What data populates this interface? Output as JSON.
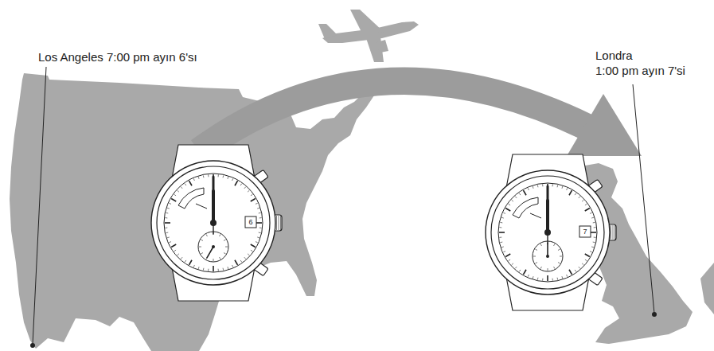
{
  "diagram": {
    "labels": [
      "Los Angeles 7:00 pm ayın 6'sı",
      "Londra 1:00 pm ayın 7'si",
      "6",
      "7"
    ]
  }
}
